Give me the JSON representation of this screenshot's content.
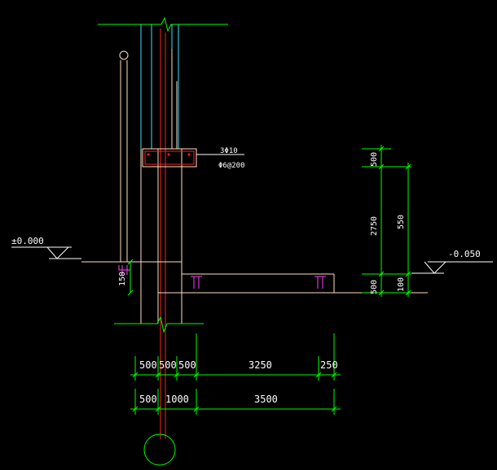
{
  "drawing": {
    "background_color": "#000000",
    "colors": {
      "dimension": "#00ff00",
      "wall": "#ffe0c0",
      "rebar_red": "#ff2020",
      "cyan": "#40e0ff",
      "magenta": "#ff40ff",
      "text": "#ffffff"
    },
    "beam_rebar": {
      "main": "3Φ10",
      "stirrup": "Φ6@200"
    },
    "levels": {
      "left": "±0.000",
      "right": "-0.050"
    },
    "left_dim": {
      "value": "150"
    },
    "vertical_dims": {
      "outer": [
        "500",
        "2750",
        "500"
      ],
      "inner": [
        "550",
        "100"
      ]
    },
    "bottom_dims": {
      "row1": [
        "500",
        "500",
        "500",
        "3250",
        "250"
      ],
      "row2": [
        "500",
        "1000",
        "3500"
      ]
    }
  }
}
